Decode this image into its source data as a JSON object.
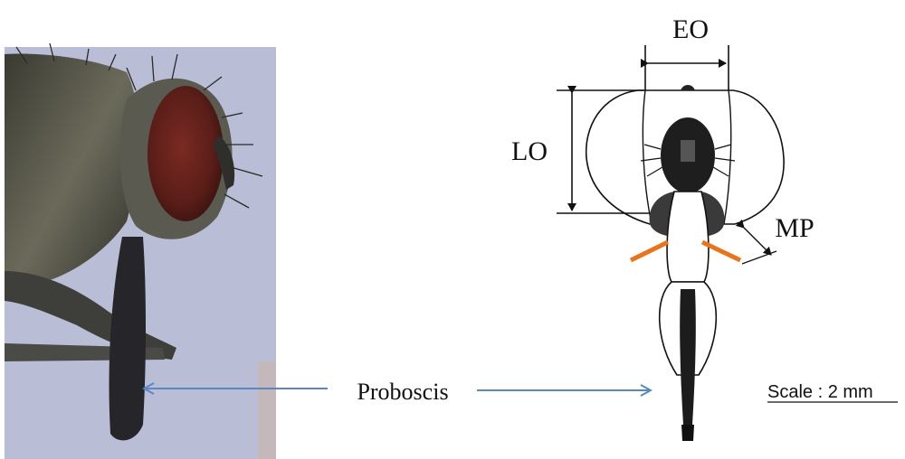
{
  "labels": {
    "eo": "EO",
    "lo": "LO",
    "mp": "MP",
    "proboscis": "Proboscis",
    "scale": "Scale : 2 mm"
  },
  "colors": {
    "photo_background": "#b9bdd6",
    "arrow": "#5b86c4",
    "maxillary_palp": "#e8741c",
    "line": "#111111"
  }
}
